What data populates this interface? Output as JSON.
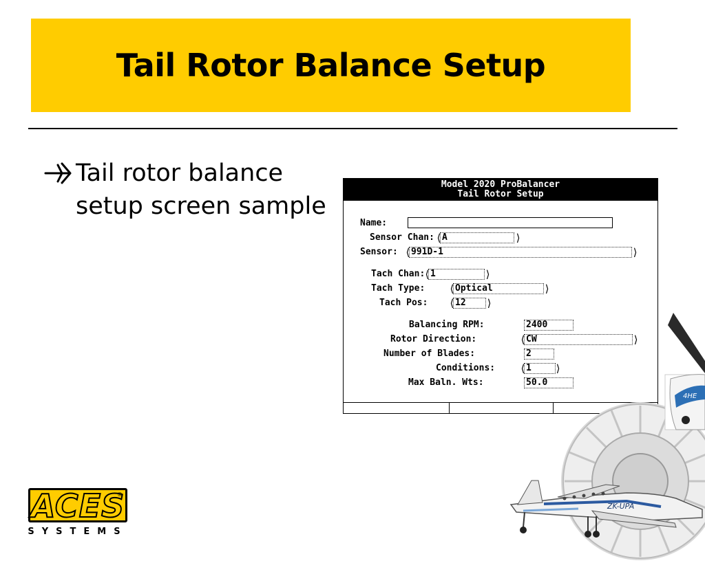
{
  "slide": {
    "title": "Tail Rotor Balance Setup",
    "bullet": "Tail rotor balance setup screen sample",
    "bullet_icon": "airplane-icon",
    "banner_color": "#FFCC00"
  },
  "device_screen": {
    "header_line1": "Model 2020 ProBalancer",
    "header_line2": "Tail Rotor Setup",
    "name_label": "Name:",
    "name_value": "",
    "sensor_chan_label": "Sensor Chan:",
    "sensor_chan_value": "A",
    "sensor_label": "Sensor:",
    "sensor_value": "991D-1",
    "tach_chan_label": "Tach Chan:",
    "tach_chan_value": "1",
    "tach_type_label": "Tach Type:",
    "tach_type_value": "Optical",
    "tach_pos_label": "Tach Pos:",
    "tach_pos_value": "12",
    "balancing_rpm_label": "Balancing RPM:",
    "balancing_rpm_value": "2400",
    "rotor_direction_label": "Rotor Direction:",
    "rotor_direction_value": "CW",
    "number_of_blades_label": "Number of Blades:",
    "number_of_blades_value": "2",
    "conditions_label": "Conditions:",
    "conditions_value": "1",
    "max_baln_wts_label": "Max Baln. Wts:",
    "max_baln_wts_value": "50.0"
  },
  "art": {
    "aircraft_registration": "ZK-UPA",
    "helicopter_marking": "4HE"
  },
  "logo": {
    "text": "ACES",
    "subtext": "SYSTEMS",
    "reg_mark": "®"
  }
}
